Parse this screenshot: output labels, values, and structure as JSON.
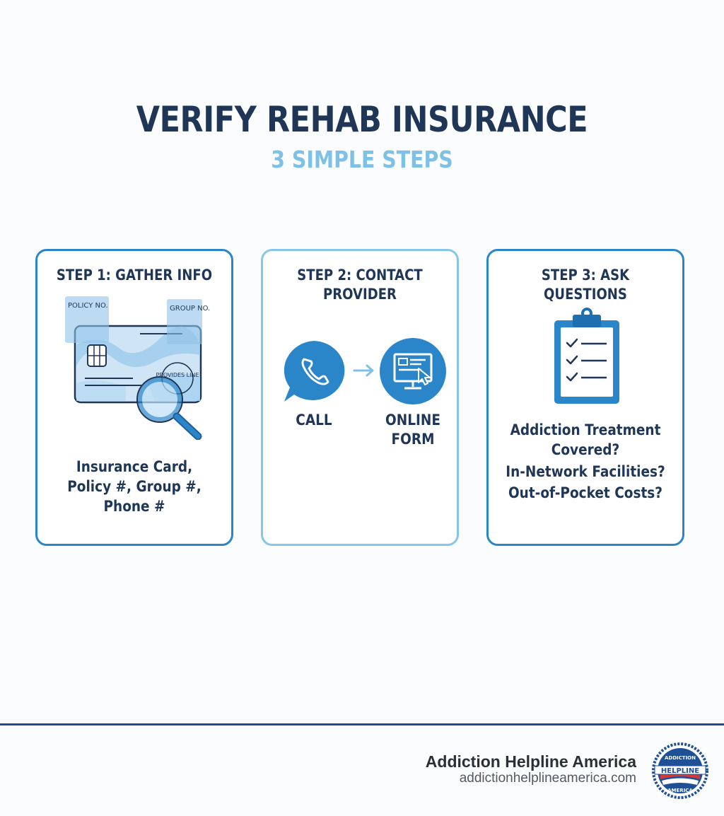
{
  "header": {
    "title": "VERIFY REHAB INSURANCE",
    "subtitle": "3 SIMPLE STEPS"
  },
  "steps": [
    {
      "title": "STEP 1: GATHER INFO",
      "illustration": {
        "icon": "insurance-card-icon",
        "policy_label": "POLICY NO.",
        "group_label": "GROUP NO.",
        "stamp_text": "PROVIDES LINE"
      },
      "lines": [
        "Insurance Card,",
        "Policy #, Group #,",
        "Phone #"
      ]
    },
    {
      "title_lines": [
        "STEP 2: CONTACT",
        "PROVIDER"
      ],
      "call_label": "CALL",
      "form_label_lines": [
        "ONLINE",
        "FORM"
      ],
      "icons": [
        "phone-chat-icon",
        "arrow-right-icon",
        "computer-form-icon"
      ]
    },
    {
      "title": "STEP 3: ASK QUESTIONS",
      "icon": "clipboard-checklist-icon",
      "lines": [
        "Addiction Treatment",
        "Covered?",
        "In-Network Facilities?",
        "Out-of-Pocket Costs?"
      ]
    }
  ],
  "footer": {
    "brand": "Addiction Helpline America",
    "url": "addictionhelplineamerica.com",
    "seal": {
      "top_text": "ADDICTION",
      "center_text": "HELPLINE",
      "bottom_text": "AMERICA",
      "icon": "helpline-seal-logo"
    }
  },
  "colors": {
    "navy": "#1f3657",
    "light_blue": "#7fc1e6",
    "accent_blue": "#2b86c9",
    "footer_line": "#244a8f"
  }
}
